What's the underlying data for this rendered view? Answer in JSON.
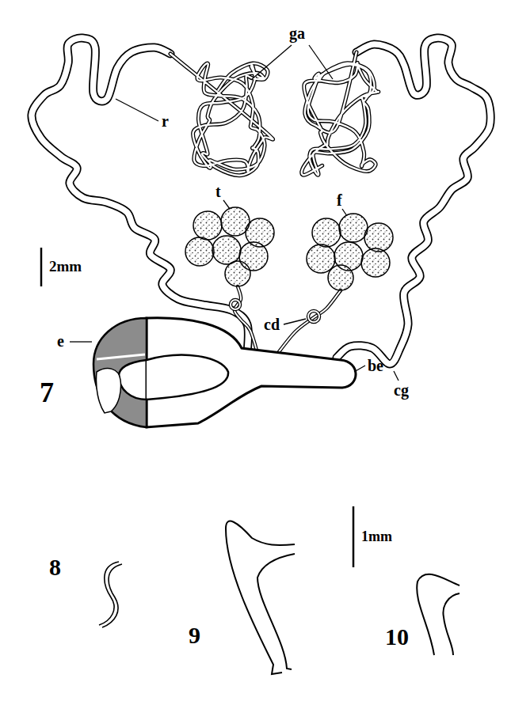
{
  "diagram": {
    "labels": [
      "ga",
      "r",
      "t",
      "f",
      "2mm",
      "cd",
      "e",
      "be",
      "cg",
      "7",
      "8",
      "9",
      "1mm",
      "10"
    ]
  }
}
